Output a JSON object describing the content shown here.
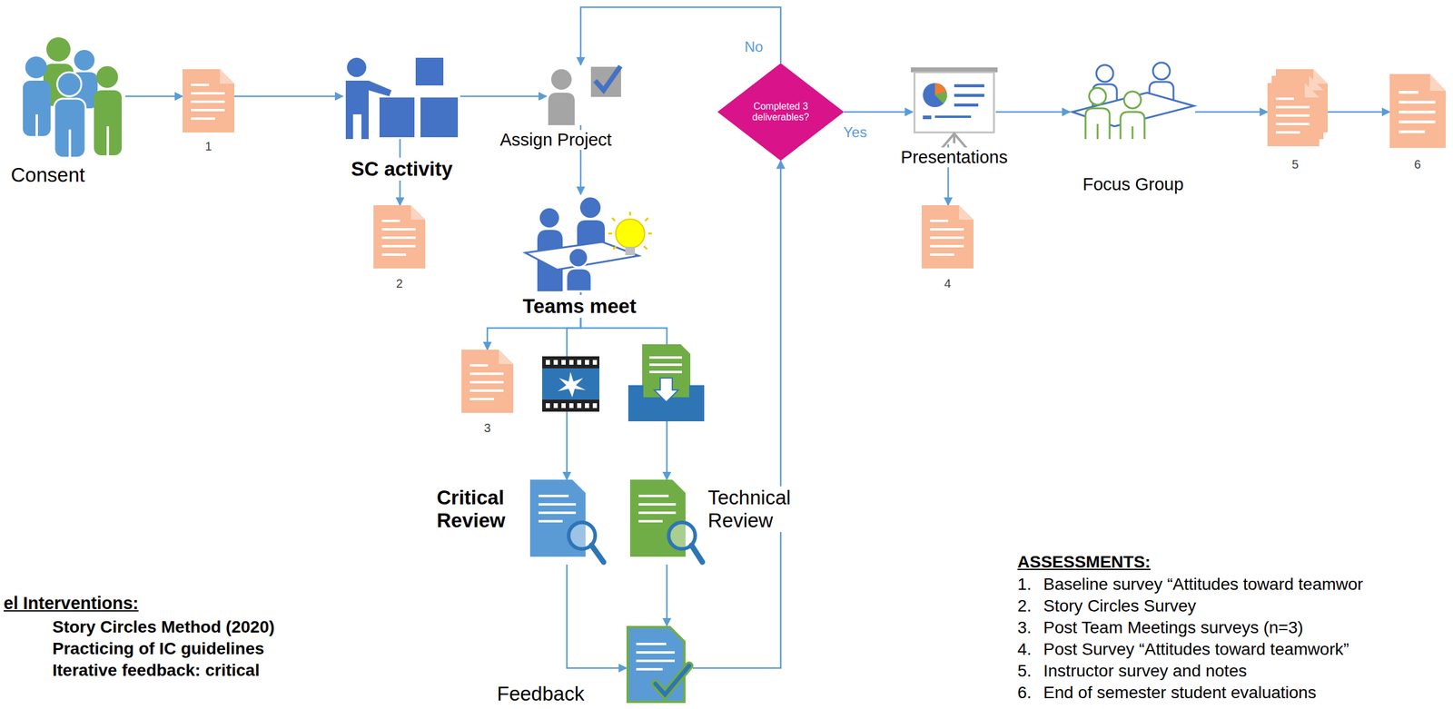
{
  "diagram": {
    "nodes": [
      {
        "text": [
          "Consent"
        ]
      },
      {
        "text": [
          "1"
        ]
      },
      {
        "text": [
          "SC activity"
        ]
      },
      {
        "text": [
          "Assign Project"
        ]
      },
      {
        "text": [
          "Completed 3 deliverables?"
        ]
      },
      {
        "text": [
          "Presentations"
        ]
      },
      {
        "text": [
          "Focus Group"
        ]
      },
      {
        "text": [
          "5"
        ]
      },
      {
        "text": [
          "6"
        ]
      },
      {
        "text": [
          "2"
        ]
      },
      {
        "text": [
          "Teams meet"
        ]
      },
      {
        "text": [
          "4"
        ]
      },
      {
        "text": [
          "3"
        ]
      },
      {
        "text": [
          "Critical Review"
        ]
      },
      {
        "text": [
          "Technical Review"
        ]
      },
      {
        "text": [
          "Feedback"
        ]
      }
    ],
    "edges": [
      {
        "from": 0,
        "to": 1,
        "arrow": "to"
      },
      {
        "from": 1,
        "to": 2,
        "arrow": "to"
      },
      {
        "from": 2,
        "to": 3,
        "arrow": "to"
      },
      {
        "from": 2,
        "to": 9,
        "arrow": "to"
      },
      {
        "from": 3,
        "to": 10,
        "arrow": "to"
      },
      {
        "from": 10,
        "to": 12,
        "arrow": "to"
      },
      {
        "from": 10,
        "to": 13,
        "arrow": "to"
      },
      {
        "from": 10,
        "to": 14,
        "arrow": "to"
      },
      {
        "from": 13,
        "to": 15,
        "arrow": "to"
      },
      {
        "from": 14,
        "to": 15,
        "arrow": "to"
      },
      {
        "from": 15,
        "to": 4,
        "arrow": "to"
      },
      {
        "from": 4,
        "to": 3,
        "label": "No",
        "arrow": "to"
      },
      {
        "from": 4,
        "to": 5,
        "label": "Yes",
        "arrow": "to"
      },
      {
        "from": 5,
        "to": 11,
        "arrow": "to"
      },
      {
        "from": 5,
        "to": 6,
        "arrow": "to"
      },
      {
        "from": 6,
        "to": 7,
        "arrow": "to"
      },
      {
        "from": 7,
        "to": 8,
        "arrow": "to"
      }
    ],
    "labels": [
      "el Interventions:",
      "Story Circles Method (2020)",
      "Practicing of IC guidelines",
      "Iterative feedback: critical",
      "ASSESSMENTS:",
      "1.",
      "Baseline survey “Attitudes toward teamwor",
      "2.",
      "Story Circles Survey",
      "3.",
      "Post Team Meetings surveys (n=3)",
      "4.",
      "Post Survey “Attitudes toward teamwork”",
      "5.",
      "Instructor survey and notes",
      "6.",
      "End of semester student evaluations"
    ]
  }
}
